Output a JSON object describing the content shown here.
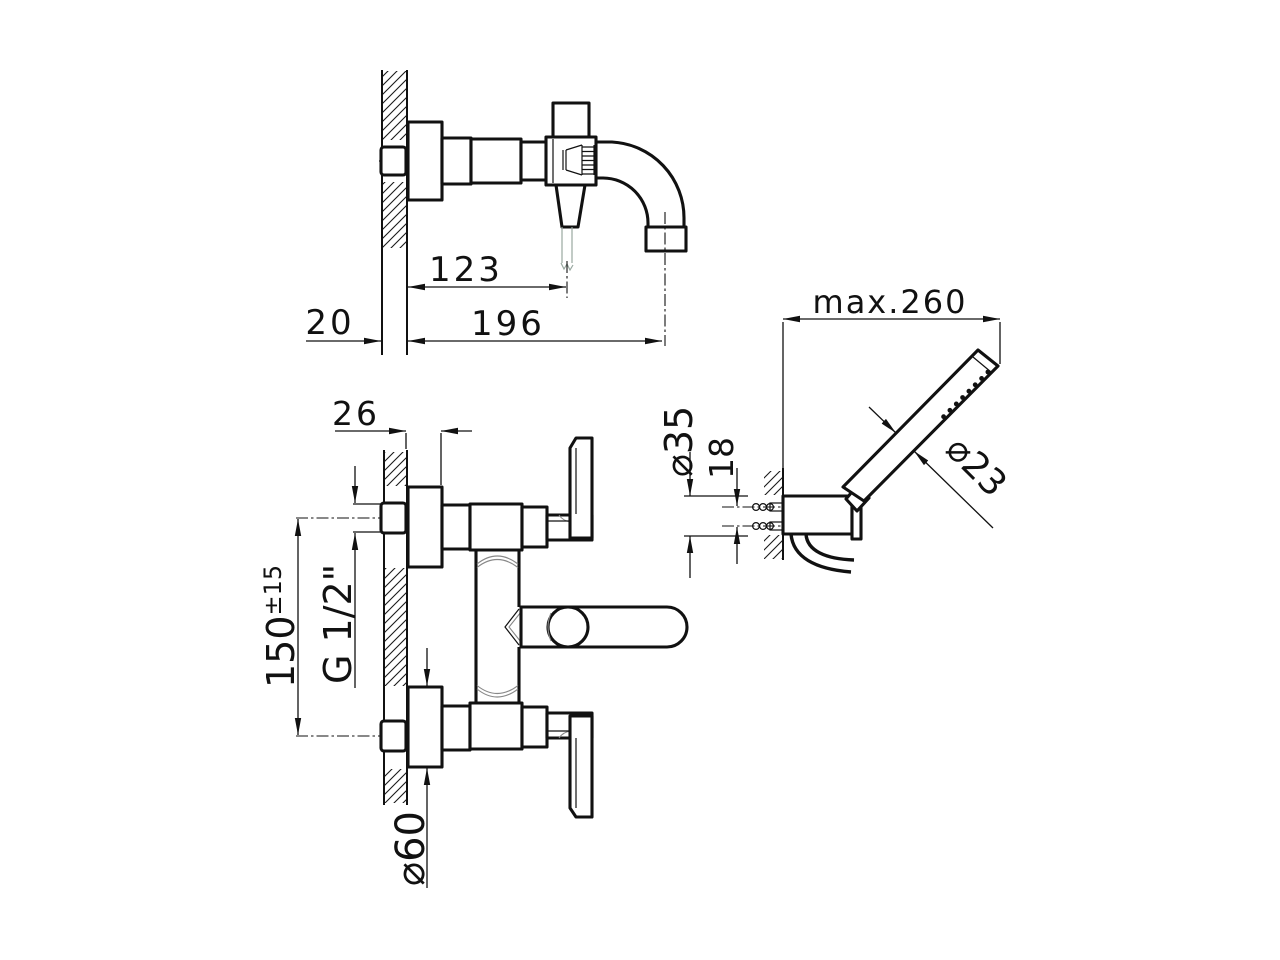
{
  "views": {
    "spout_side": {
      "dims": {
        "projection": "123",
        "total_reach": "196",
        "wall_thickness": "20"
      }
    },
    "mixer_front": {
      "dims": {
        "rosette_depth": "26",
        "inlet_distance": "150",
        "inlet_tolerance": "±15",
        "thread": "G 1/2\"",
        "rosette_diameter": "⌀60"
      }
    },
    "hand_shower": {
      "dims": {
        "max_length": "max.260",
        "holder_diameter": "⌀35",
        "screw_spacing": "18",
        "handle_diameter": "⌀23"
      }
    }
  },
  "colors": {
    "line": "#111111",
    "background": "#ffffff",
    "water": "#98a8a0"
  }
}
